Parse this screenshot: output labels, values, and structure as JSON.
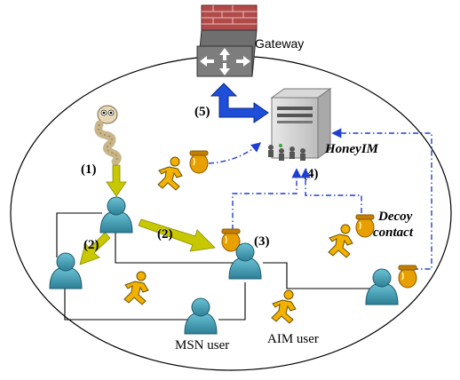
{
  "labels": {
    "gateway": "Gateway",
    "honeyim": "HoneyIM",
    "decoy_line1": "Decoy",
    "decoy_line2": "contact",
    "msn_user": "MSN user",
    "aim_user": "AIM user",
    "step1": "(1)",
    "step2a": "(2)",
    "step2b": "(2)",
    "step3": "(3)",
    "step4": "(4)",
    "step5": "(5)"
  },
  "icons": {
    "gateway": "firewall-router-icon",
    "server": "server-icon",
    "worm": "worm-icon",
    "msn_user": "msn-buddy-icon",
    "aim_user": "aim-runner-icon",
    "decoy": "honey-pot-icon"
  },
  "colors": {
    "step_arrow": "#c8c800",
    "alert_arrow": "#1f4fd8",
    "alert_dash": "#1f3fd0",
    "firewall_brick": "#b24a4a",
    "msn_body": "#3e9cb3",
    "aim_body": "#f2b200"
  }
}
